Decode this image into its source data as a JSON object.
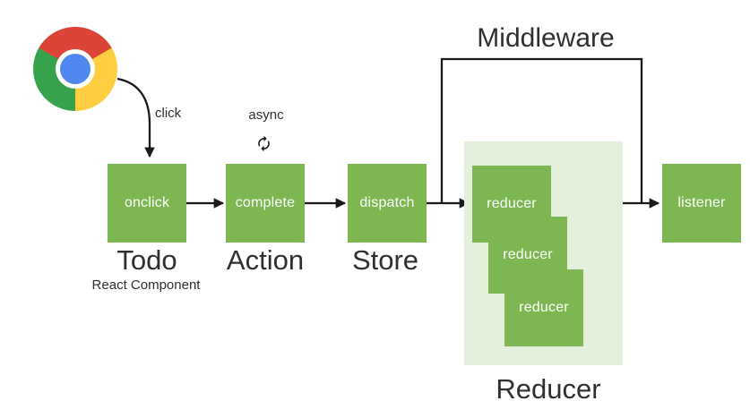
{
  "labels": {
    "click": "click",
    "async": "async",
    "middleware": "Middleware",
    "todo": "Todo",
    "react_component": "React Component",
    "action": "Action",
    "store": "Store",
    "reducer_group": "Reducer"
  },
  "boxes": {
    "onclick": "onclick",
    "complete": "complete",
    "dispatch": "dispatch",
    "reducer_1": "reducer",
    "reducer_2": "reducer",
    "reducer_3": "reducer",
    "listener": "listener"
  },
  "icons": {
    "chrome": "chrome-browser-logo",
    "sync": "async-sync-icon"
  },
  "colors": {
    "box_green": "#7CB752",
    "panel_green": "#E4F0DB",
    "line_black": "#1A1A1A",
    "label_dark": "#2F2F2F",
    "box_text": "#FFFFFF",
    "chrome_red": "#DB4437",
    "chrome_yellow": "#FFCD40",
    "chrome_green": "#37A24C",
    "chrome_blue": "#5088F0",
    "chrome_ring": "#FFFFFF",
    "background": "#FFFFFF"
  }
}
